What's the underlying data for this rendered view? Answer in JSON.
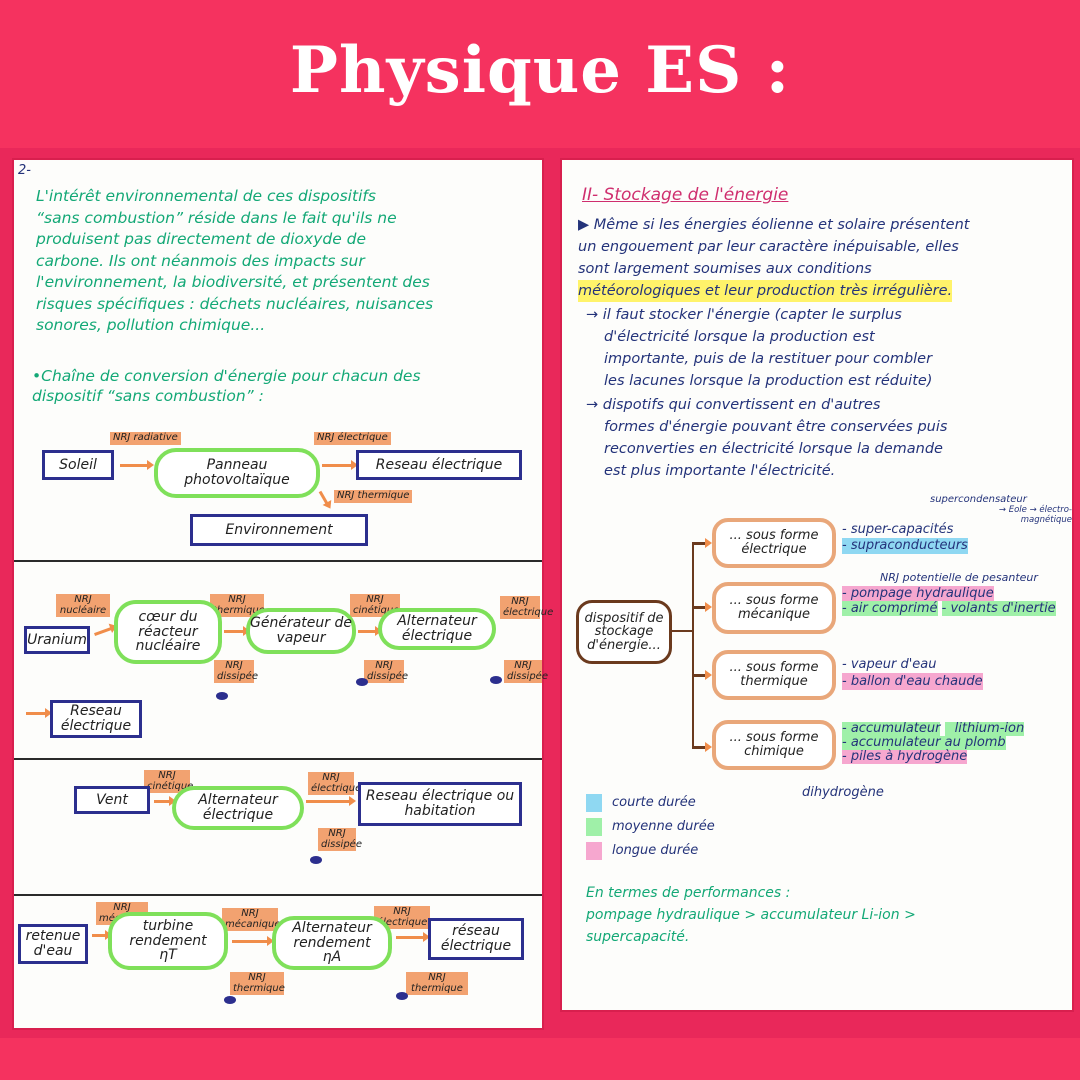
{
  "header": {
    "title": "Physique ES :"
  },
  "left": {
    "page_num": "2-",
    "intro": [
      "L'intérêt environnemental de ces dispositifs",
      "“sans combustion” réside dans le fait qu'ils ne",
      "produisent pas directement de dioxyde de",
      "carbone. Ils ont néanmois des impacts sur",
      "l'environnement, la biodiversité, et présentent des",
      "risques spécifiques : déchets nucléaires, nuisances",
      "sonores, pollution chimique..."
    ],
    "chain_title": [
      "•Chaîne de conversion d'énergie pour chacun des",
      "dispositif “sans combustion” :"
    ],
    "d1": {
      "soleil": "Soleil",
      "panneau": "Panneau photovoltaïque",
      "reseau": "Reseau électrique",
      "env": "Environnement",
      "t_rad": "NRJ radiative",
      "t_elec": "NRJ électrique",
      "t_therm": "NRJ thermique"
    },
    "d2": {
      "uranium": "Uranium",
      "coeur": "cœur du réacteur nucléaire",
      "generateur": "Générateur de vapeur",
      "alternateur": "Alternateur électrique",
      "reseau": "Reseau électrique",
      "t_nuc": "NRJ nucléaire",
      "t_therm": "NRJ thermique",
      "t_cin": "NRJ cinétique",
      "t_elec": "NRJ électrique",
      "t_d1": "NRJ dissipée",
      "t_d2": "NRJ dissipée",
      "t_d3": "NRJ dissipée"
    },
    "d3": {
      "vent": "Vent",
      "alternateur": "Alternateur électrique",
      "reseau": "Reseau électrique ou habitation",
      "t_cin": "NRJ cinétique",
      "t_elec": "NRJ électrique",
      "t_diss": "NRJ dissipée"
    },
    "d4": {
      "retenue": "retenue d'eau",
      "turbine": "turbine rendement",
      "eta_t": "ηT",
      "alternateur": "Alternateur rendement",
      "eta_a": "ηA",
      "reseau": "réseau électrique",
      "t_meca1": "NRJ mécanique",
      "t_meca2": "NRJ mécanique",
      "t_elec": "NRJ électrique",
      "t_th1": "NRJ thermique",
      "t_th2": "NRJ thermique"
    }
  },
  "right": {
    "section_title": "II- Stockage de l'énergie",
    "para1_lines": [
      "▶ Même si les énergies éolienne et solaire présentent",
      "un engouement par leur caractère inépuisable, elles",
      "sont largement soumises aux conditions",
      "météorologiques et leur production très irrégulière."
    ],
    "para2_lines": [
      "→ il faut stocker l'énergie (capter le surplus",
      "d'électricité lorsque la production est",
      "importante, puis de la restituer pour combler",
      "les lacunes lorsque la production est réduite)"
    ],
    "para3_lines": [
      "→ dispotifs qui convertissent en d'autres",
      "formes d'énergie pouvant être conservées puis",
      "reconverties en électricité lorsque la demande",
      "est plus importante l'électricité."
    ],
    "diagram": {
      "root": "dispositif de stockage d'énergie...",
      "b1": "... sous forme électrique",
      "b2": "... sous forme mécanique",
      "b3": "... sous forme thermique",
      "b4": "... sous forme chimique",
      "b1_items": [
        "- super-capacités",
        "- supraconducteurs"
      ],
      "b1_note": "supercondensateur",
      "b1_note2": "→ Eole → électro-magnétique",
      "b2_items": [
        "- pompage hydraulique",
        "- air comprimé",
        "- volants d'inertie"
      ],
      "b2_note": "NRJ potentielle de pesanteur",
      "b3_items": [
        "- vapeur d'eau",
        "- ballon d'eau chaude"
      ],
      "b4_items": [
        "- accumulateur",
        "lithium-ion",
        "- accumulateur au plomb",
        "- piles à hydrogène"
      ],
      "b4_note": "dihydrogène"
    },
    "legend": [
      {
        "label": "courte durée",
        "color": "#8fd8f2"
      },
      {
        "label": "moyenne durée",
        "color": "#9ff0a8"
      },
      {
        "label": "longue durée",
        "color": "#f6a7cf"
      }
    ],
    "perf_title": "En termes de performances :",
    "perf_line1": "pompage hydraulique > accumulateur Li-ion >",
    "perf_line2": "supercapacité."
  }
}
